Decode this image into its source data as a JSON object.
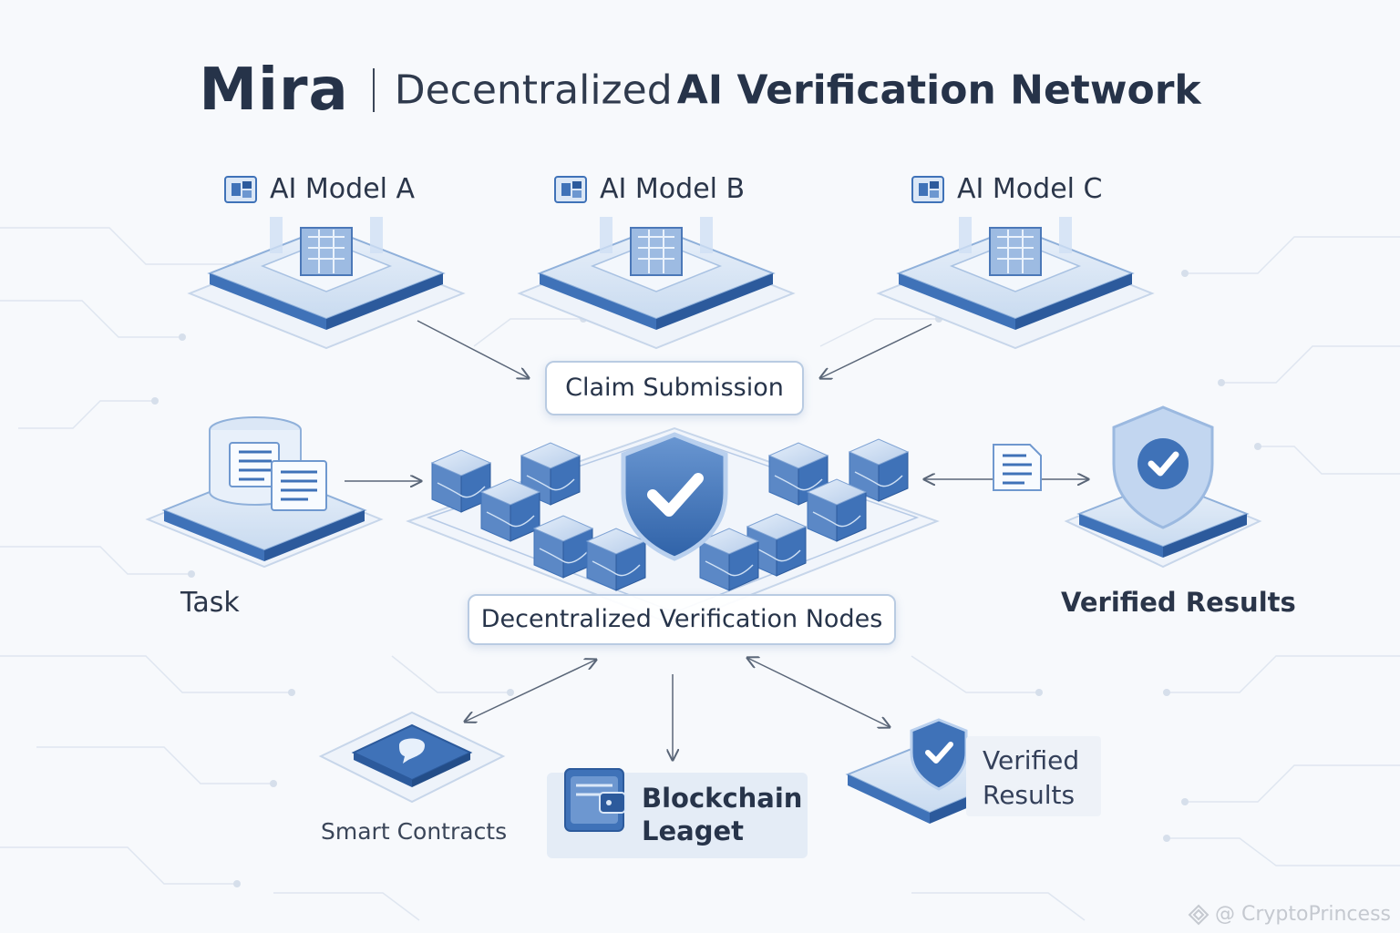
{
  "title": {
    "brand": "Mira",
    "subtitle_light": "Decentralized",
    "subtitle_bold": "AI Verification Network"
  },
  "models": [
    {
      "label": "AI Model A",
      "icon": "model-chip-icon"
    },
    {
      "label": "AI Model B",
      "icon": "model-chip-icon"
    },
    {
      "label": "AI Model C",
      "icon": "model-chip-icon"
    }
  ],
  "claim_submission": "Claim Submission",
  "task": {
    "label": "Task",
    "icon": "database-document-icon"
  },
  "verification_nodes": {
    "label": "Decentralized Verification Nodes",
    "icon": "shield-check-icon"
  },
  "verified_results_top": {
    "label": "Verified Results",
    "icon": "shield-check-icon"
  },
  "smart_contracts": {
    "label": "Smart Contracts",
    "icon": "contract-chip-icon"
  },
  "blockchain_ledger": {
    "line1": "Blockchain",
    "line2": "Leaget",
    "icon": "wallet-icon"
  },
  "verified_results_bottom": {
    "line1": "Verified",
    "line2": "Results",
    "icon": "shield-check-icon"
  },
  "watermark": "@ CryptoPrincess",
  "colors": {
    "primary": "#3f72b8",
    "dark_blue": "#2c5a9c",
    "light_blue": "#cfe0f4",
    "text": "#263349",
    "background": "#f7f9fc"
  }
}
